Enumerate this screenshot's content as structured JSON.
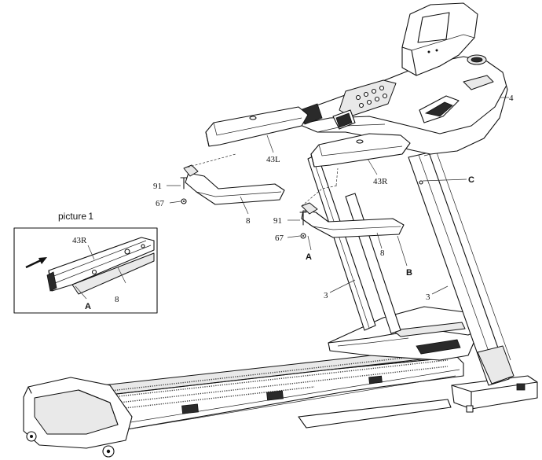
{
  "inset": {
    "title": "picture 1",
    "labels": {
      "part_43r": "43R",
      "part_8": "8",
      "point_a": "A"
    }
  },
  "callouts": {
    "part_4": "4",
    "part_43l": "43L",
    "part_43r": "43R",
    "point_c": "C",
    "part_91_left": "91",
    "part_67_left": "67",
    "part_8_left": "8",
    "part_91_right": "91",
    "part_67_right": "67",
    "point_a": "A",
    "part_8_right": "8",
    "point_b": "B",
    "part_3_left": "3",
    "part_3_right": "3"
  }
}
